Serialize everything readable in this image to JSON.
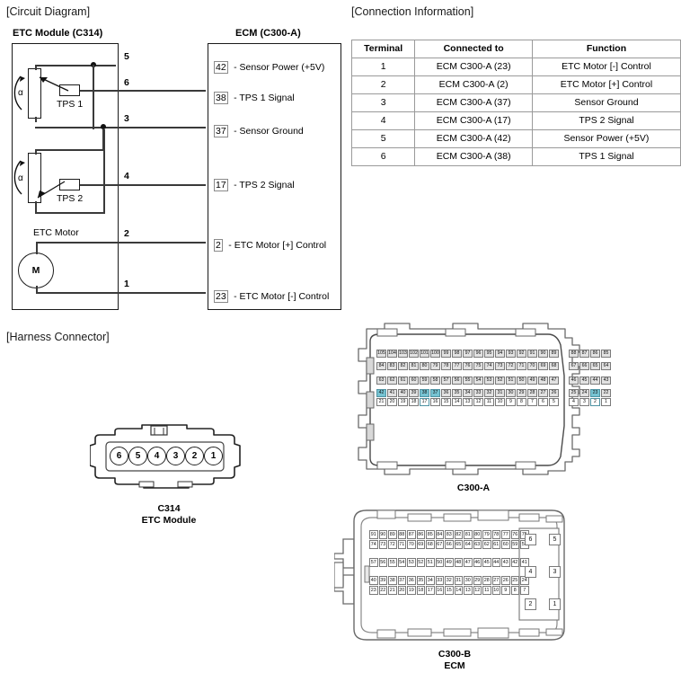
{
  "sections": {
    "circuit_diagram": "[Circuit Diagram]",
    "connection_information": "[Connection Information]",
    "harness_connector": "[Harness Connector]"
  },
  "circuit": {
    "left_block_title": "ETC Module (C314)",
    "right_block_title": "ECM (C300-A)",
    "components": {
      "tps1_label": "TPS 1",
      "tps2_label": "TPS 2",
      "motor_label": "ETC Motor",
      "motor_symbol": "M",
      "angle_symbol": "α"
    },
    "module_pins": [
      "5",
      "6",
      "3",
      "4",
      "2",
      "1"
    ],
    "ecm_terminals": [
      {
        "num": "42",
        "desc": "- Sensor Power (+5V)"
      },
      {
        "num": "38",
        "desc": "- TPS 1 Signal"
      },
      {
        "num": "37",
        "desc": "- Sensor Ground"
      },
      {
        "num": "17",
        "desc": "- TPS 2 Signal"
      },
      {
        "num": "2",
        "desc": "- ETC Motor [+] Control"
      },
      {
        "num": "23",
        "desc": "- ETC Motor [-] Control"
      }
    ]
  },
  "table": {
    "headers": [
      "Terminal",
      "Connected to",
      "Function"
    ],
    "rows": [
      [
        "1",
        "ECM C300-A (23)",
        "ETC Motor [-] Control"
      ],
      [
        "2",
        "ECM C300-A (2)",
        "ETC Motor [+] Control"
      ],
      [
        "3",
        "ECM C300-A (37)",
        "Sensor Ground"
      ],
      [
        "4",
        "ECM C300-A (17)",
        "TPS 2 Signal"
      ],
      [
        "5",
        "ECM C300-A (42)",
        "Sensor Power (+5V)"
      ],
      [
        "6",
        "ECM C300-A (38)",
        "TPS 1 Signal"
      ]
    ]
  },
  "connectors": {
    "c314": {
      "caption_line1": "C314",
      "caption_line2": "ETC Module",
      "pins": [
        "6",
        "5",
        "4",
        "3",
        "2",
        "1"
      ]
    },
    "c300a": {
      "caption_line1": "C300-A",
      "caption_line2": "",
      "highlighted": [
        "42",
        "38",
        "37",
        "23",
        "17",
        "2"
      ],
      "rows": [
        {
          "main": [
            "105",
            "104",
            "103",
            "102",
            "101",
            "100",
            "99",
            "98",
            "97",
            "96",
            "95",
            "94",
            "93",
            "92",
            "91",
            "90",
            "89"
          ],
          "side": [
            "88",
            "87",
            "86",
            "85"
          ]
        },
        {
          "main": [
            "84",
            "83",
            "82",
            "81",
            "80",
            "79",
            "78",
            "77",
            "76",
            "75",
            "74",
            "73",
            "72",
            "71",
            "70",
            "69",
            "68"
          ],
          "side": [
            "67",
            "66",
            "65",
            "64"
          ]
        },
        {
          "main": [
            "63",
            "62",
            "61",
            "60",
            "59",
            "58",
            "57",
            "56",
            "55",
            "54",
            "53",
            "52",
            "51",
            "50",
            "49",
            "48",
            "47"
          ],
          "side": [
            "46",
            "45",
            "44",
            "43"
          ]
        },
        {
          "main": [
            "42",
            "41",
            "40",
            "39",
            "38",
            "37",
            "36",
            "35",
            "34",
            "33",
            "32",
            "31",
            "30",
            "29",
            "28",
            "27",
            "26"
          ],
          "side": [
            "25",
            "24",
            "23",
            "22"
          ]
        },
        {
          "main": [
            "21",
            "20",
            "19",
            "18",
            "17",
            "16",
            "15",
            "14",
            "13",
            "12",
            "11",
            "10",
            "9",
            "8",
            "7",
            "6",
            "5"
          ],
          "side": [
            "4",
            "3",
            "2",
            "1"
          ]
        }
      ]
    },
    "c300b": {
      "caption_line1": "C300-B",
      "caption_line2": "ECM",
      "rows": [
        [
          "91",
          "90",
          "89",
          "88",
          "87",
          "86",
          "85",
          "84",
          "83",
          "82",
          "81",
          "80",
          "79",
          "78",
          "77",
          "76",
          "75"
        ],
        [
          "74",
          "73",
          "72",
          "71",
          "70",
          "69",
          "68",
          "67",
          "66",
          "65",
          "64",
          "63",
          "62",
          "61",
          "60",
          "59",
          "58"
        ],
        [
          "57",
          "56",
          "55",
          "54",
          "53",
          "52",
          "51",
          "50",
          "49",
          "48",
          "47",
          "46",
          "45",
          "44",
          "43",
          "42",
          "41"
        ],
        [
          "40",
          "39",
          "38",
          "37",
          "36",
          "35",
          "34",
          "33",
          "32",
          "31",
          "30",
          "29",
          "28",
          "27",
          "26",
          "25",
          "24"
        ],
        [
          "23",
          "22",
          "21",
          "20",
          "19",
          "18",
          "17",
          "16",
          "15",
          "14",
          "13",
          "12",
          "11",
          "10",
          "9",
          "8",
          "7"
        ]
      ],
      "side_block": [
        [
          "6",
          "5"
        ],
        [
          "4",
          "3"
        ],
        [
          "2",
          "1"
        ]
      ]
    }
  },
  "colors": {
    "highlight": "#76c3d2",
    "cell_fill": "#e2e2e2",
    "line": "#3a3a3a"
  }
}
